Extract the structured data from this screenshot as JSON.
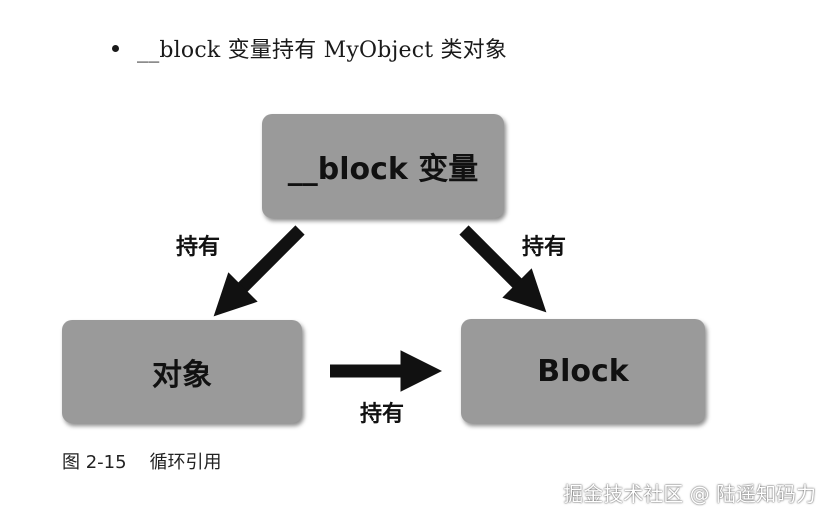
{
  "bullet": {
    "text": "__block 变量持有 MyObject 类对象"
  },
  "diagram": {
    "nodes": {
      "top": "__block 变量",
      "left": "对象",
      "right": "Block"
    },
    "edges": {
      "top_to_left": "持有",
      "top_to_right": "持有",
      "left_to_right": "持有"
    },
    "colors": {
      "box_fill": "#9a9a9a",
      "arrow": "#111111"
    }
  },
  "caption": "图 2-15    循环引用",
  "watermark": "掘金技术社区 @ 陆遥知码力"
}
